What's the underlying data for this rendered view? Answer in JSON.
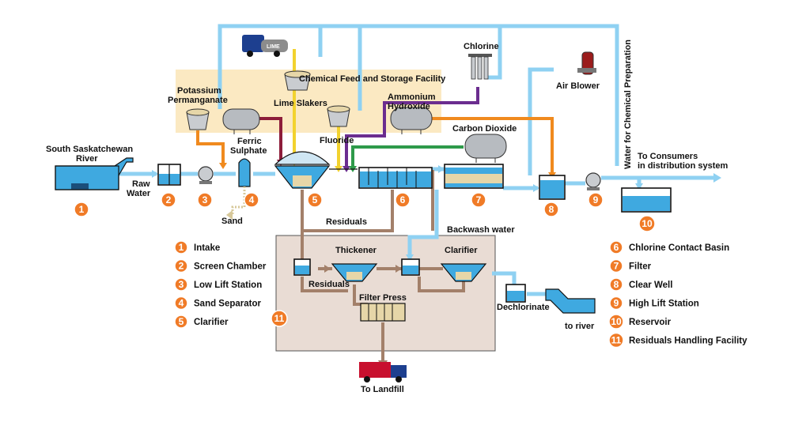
{
  "labels": {
    "chemical_facility": "Chemical Feed and Storage Facility",
    "lime_slakers": "Lime Slakers",
    "lime_truck": "LIME",
    "potassium": "Potassium\nPermanganate",
    "ferric": "Ferric\nSulphate",
    "fluoride": "Fluoride",
    "ammonium": "Ammonium\nHydroxide",
    "chlorine": "Chlorine",
    "carbon_dioxide": "Carbon Dioxide",
    "air_blower": "Air Blower",
    "water_for_chem": "Water for Chemical Preparation",
    "river": "South Saskatchewan\nRiver",
    "raw_water": "Raw\nWater",
    "sand": "Sand",
    "to_consumers": "To Consumers\nin distribution system",
    "residuals_top": "Residuals",
    "backwash": "Backwash water",
    "thickener": "Thickener",
    "clarifier2": "Clarifier",
    "residuals_low": "Residuals",
    "filter_press": "Filter Press",
    "dechlorinate": "Dechlorinate",
    "to_river": "to river",
    "to_landfill": "To Landfill"
  },
  "numbers": [
    "1",
    "2",
    "3",
    "4",
    "5",
    "6",
    "7",
    "8",
    "9",
    "10",
    "11"
  ],
  "legend_left": [
    {
      "num": "1",
      "text": "Intake"
    },
    {
      "num": "2",
      "text": "Screen Chamber"
    },
    {
      "num": "3",
      "text": "Low Lift Station"
    },
    {
      "num": "4",
      "text": "Sand Separator"
    },
    {
      "num": "5",
      "text": "Clarifier"
    }
  ],
  "legend_right": [
    {
      "num": "6",
      "text": "Chlorine Contact Basin"
    },
    {
      "num": "7",
      "text": "Filter"
    },
    {
      "num": "8",
      "text": "Clear Well"
    },
    {
      "num": "9",
      "text": "High Lift Station"
    },
    {
      "num": "10",
      "text": "Reservoir"
    },
    {
      "num": "11",
      "text": "Residuals Handling Facility"
    }
  ],
  "colors": {
    "water": "#3fa9e0",
    "light_pipe": "#8fd1f2",
    "residual_pipe": "#a3806a",
    "number_badge": "#f07b27",
    "chem_zone": "#fbe9c2",
    "residual_zone": "#e9dcd4"
  }
}
